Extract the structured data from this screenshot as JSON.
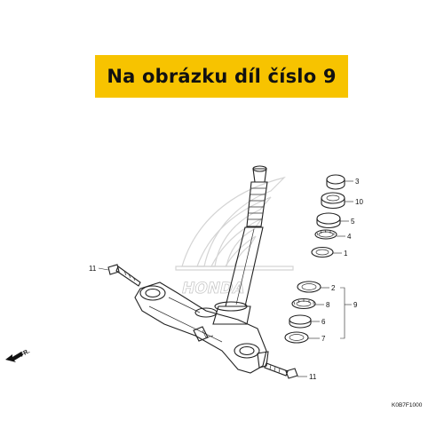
{
  "banner": {
    "text": "Na obrázku díl číslo 9",
    "color": "#f7c300"
  },
  "watermark": {
    "text": "HONDA",
    "color": "#d9d9d9"
  },
  "direction_label": "FR.",
  "diagram_code": "K0B7F1000",
  "callouts": [
    "3",
    "10",
    "5",
    "4",
    "1",
    "2",
    "8",
    "9",
    "6",
    "7",
    "11",
    "11"
  ]
}
